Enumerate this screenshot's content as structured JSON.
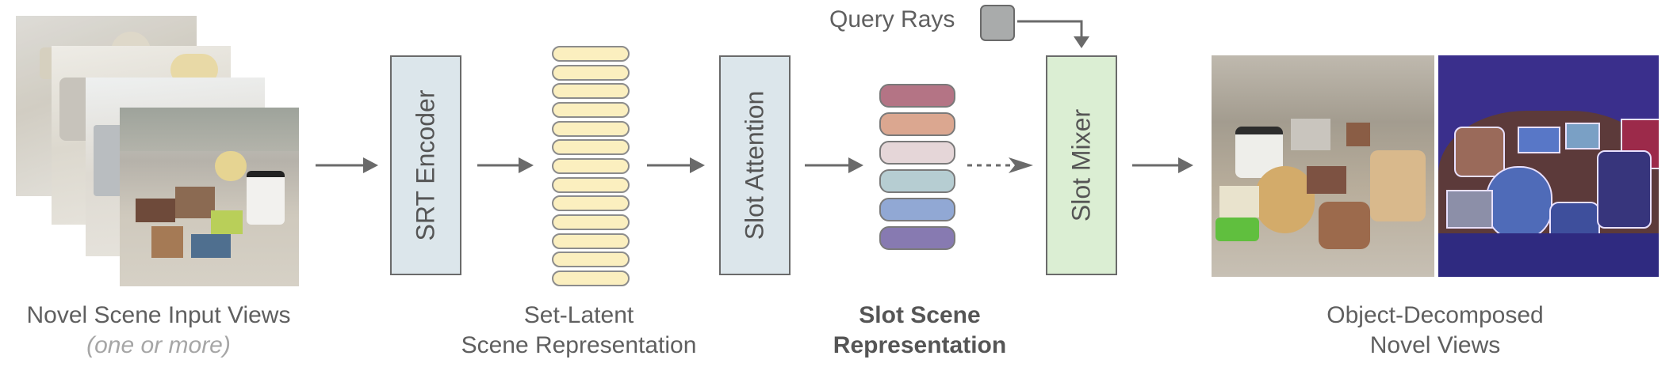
{
  "inputs": {
    "caption_line1": "Novel Scene Input Views",
    "caption_line2": "(one or more)"
  },
  "srt_encoder": {
    "label": "SRT Encoder",
    "color": "#dce6eb"
  },
  "set_latent": {
    "caption_line1": "Set-Latent",
    "caption_line2": "Scene Representation",
    "token_count": 13,
    "token_color": "#fbefbf"
  },
  "slot_attention": {
    "label": "Slot Attention",
    "color": "#dce6eb"
  },
  "slots": {
    "caption_line1": "Slot Scene",
    "caption_line2": "Representation",
    "colors": [
      "#b47485",
      "#dba790",
      "#e5d6d8",
      "#b6cdd2",
      "#91a8d4",
      "#877ab1"
    ]
  },
  "query_rays": {
    "label": "Query Rays",
    "color": "#a9abab"
  },
  "slot_mixer": {
    "label": "Slot Mixer",
    "color": "#dbeed3"
  },
  "outputs": {
    "caption_line1": "Object-Decomposed",
    "caption_line2": "Novel Views"
  }
}
